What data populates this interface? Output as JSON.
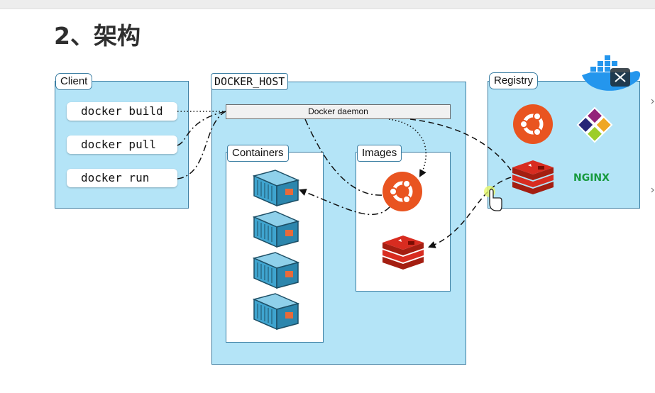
{
  "heading": "2、架构",
  "client": {
    "label": "Client",
    "commands": [
      "docker build",
      "docker pull",
      "docker run"
    ]
  },
  "host": {
    "label": "DOCKER_HOST",
    "daemon": "Docker daemon",
    "containers_label": "Containers",
    "images_label": "Images"
  },
  "registry": {
    "label": "Registry",
    "nginx_label": "NGINX"
  },
  "colors": {
    "panel_fill": "#b4e4f7",
    "panel_border": "#3d7fa3",
    "ubuntu": "#e95420",
    "redis": "#d82c20",
    "container_body": "#3fa4cf",
    "nginx": "#179a3f"
  },
  "icons": [
    "docker-whale-icon",
    "ubuntu-logo-icon",
    "centos-logo-icon",
    "redis-logo-icon",
    "nginx-logo-icon",
    "shipping-container-icon",
    "hand-cursor-icon"
  ]
}
